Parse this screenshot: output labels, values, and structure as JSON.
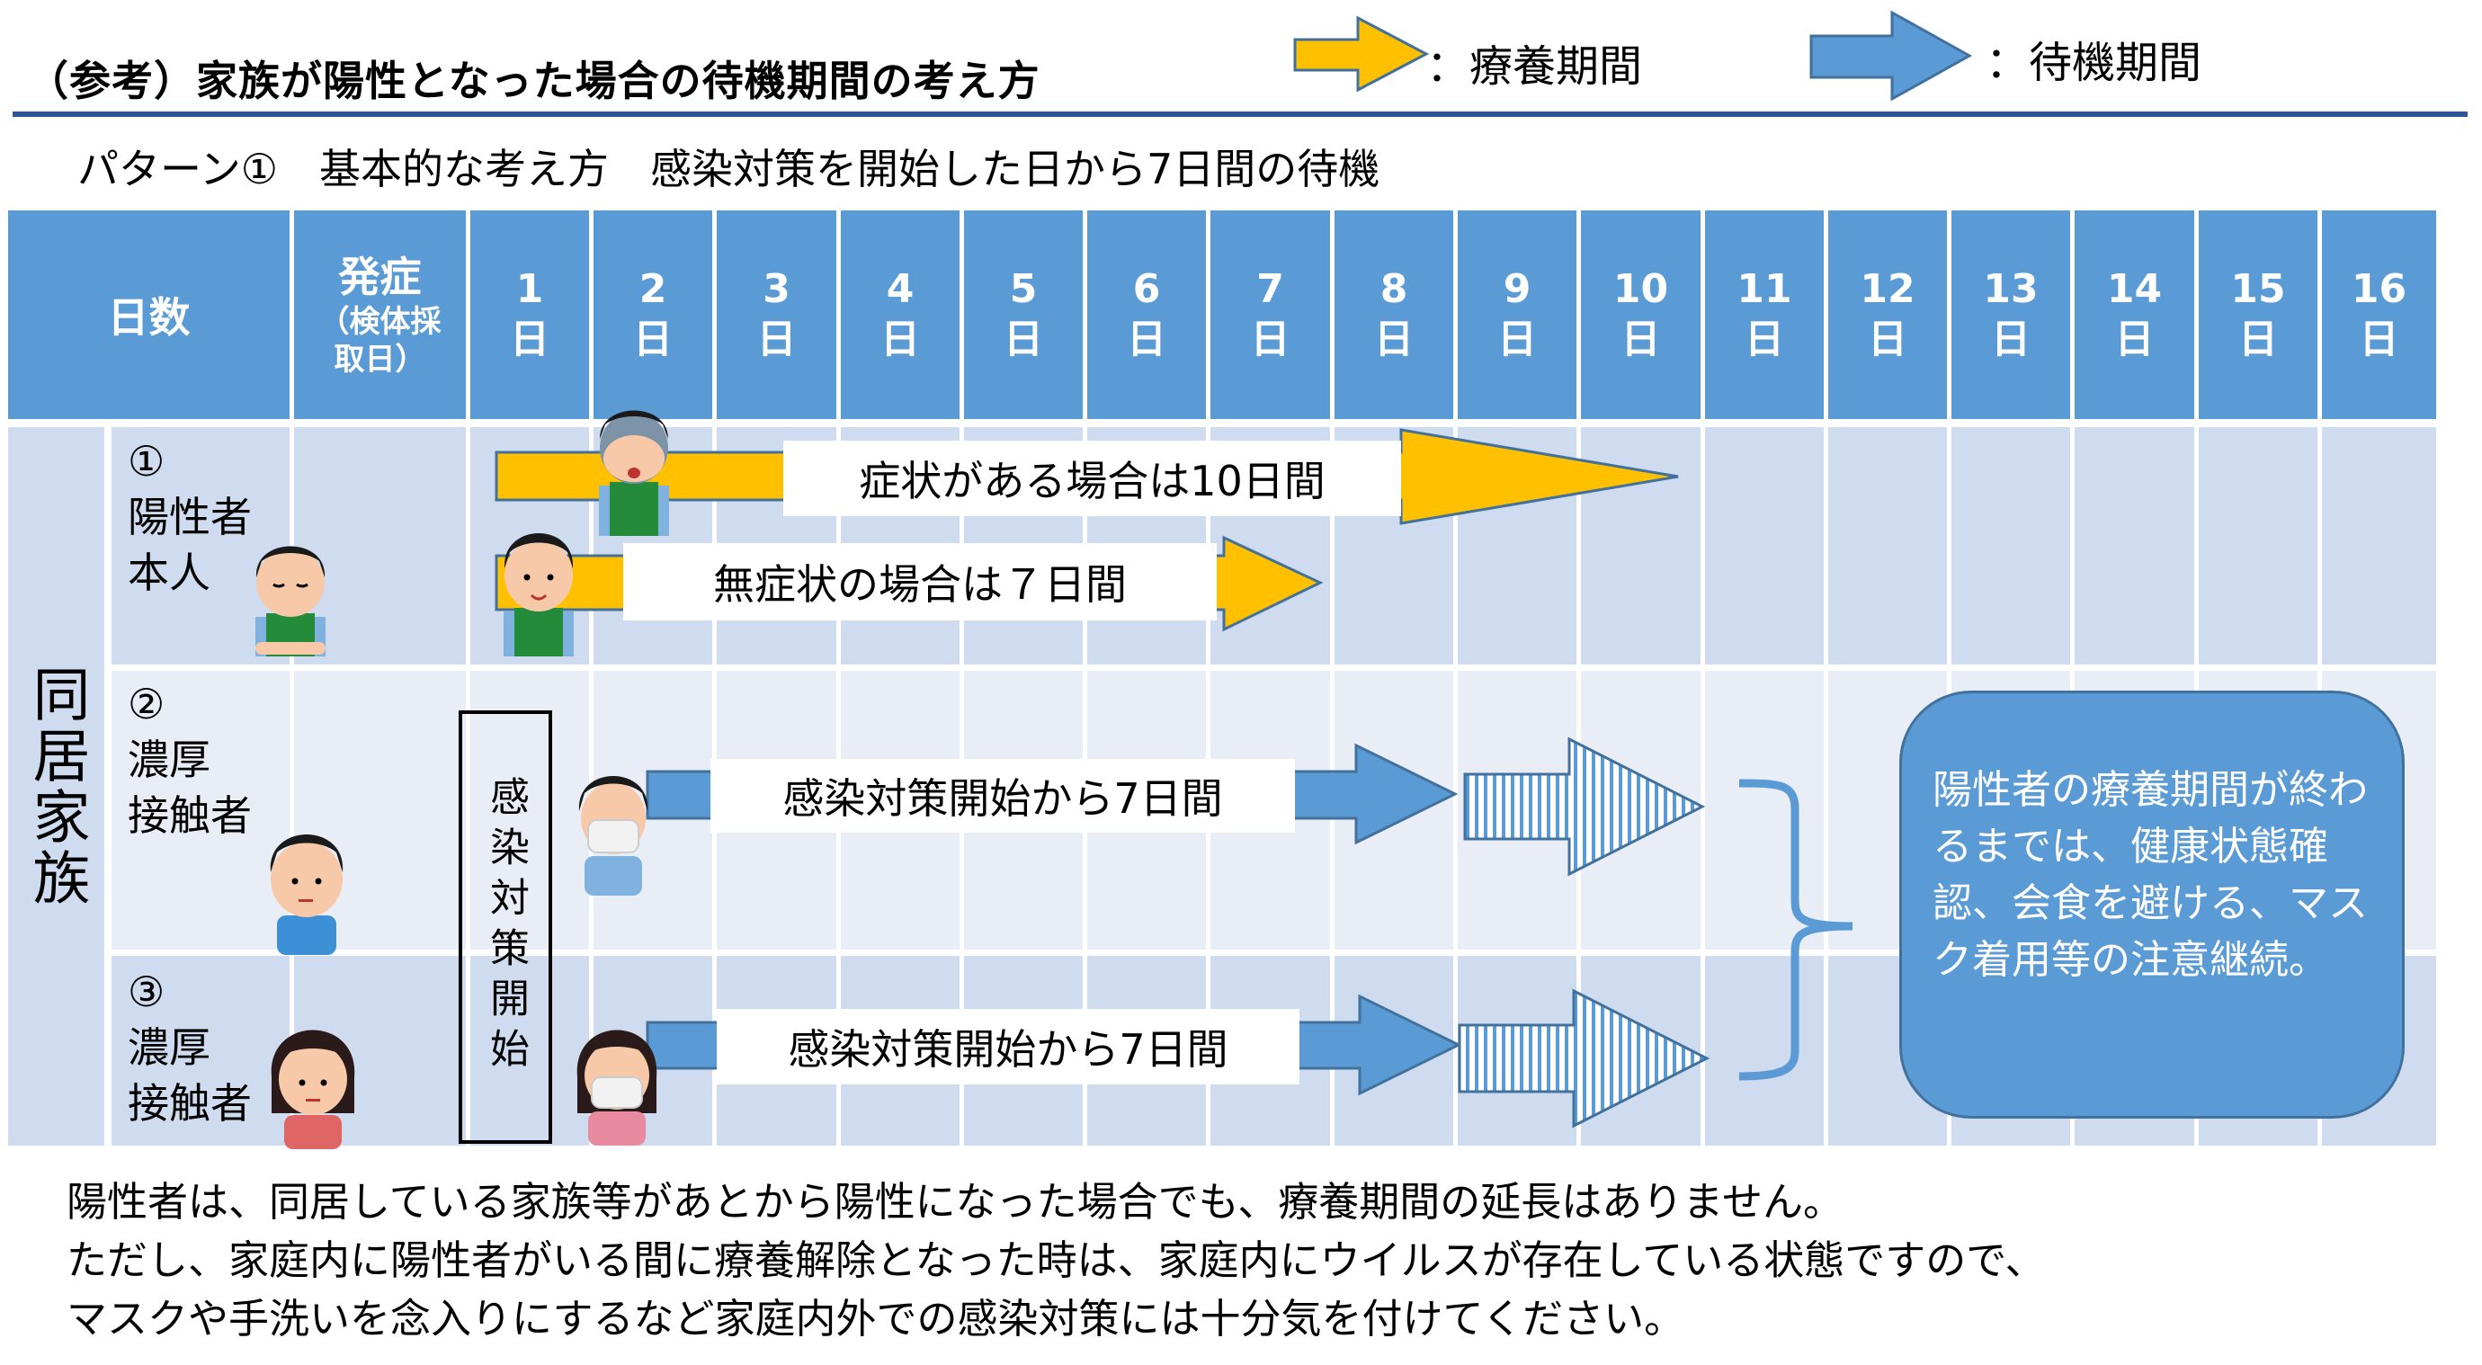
{
  "header": {
    "title": "（参考）家族が陽性となった場合の待機期間の考え方",
    "pattern": "パターン①　基本的な考え方　感染対策を開始した日から7日間の待機"
  },
  "legend": {
    "items": [
      {
        "icon": "yellow-arrow-icon",
        "label": "：療養期間",
        "color": "#ffc000"
      },
      {
        "icon": "blue-arrow-icon",
        "label": "：待機期間",
        "color": "#5b9bd5"
      }
    ]
  },
  "table": {
    "corner_label": "日数",
    "onset_label_main": "発症",
    "onset_label_sub1": "（検体採",
    "onset_label_sub2": "取日）",
    "days": [
      {
        "num": "1",
        "unit": "日"
      },
      {
        "num": "2",
        "unit": "日"
      },
      {
        "num": "3",
        "unit": "日"
      },
      {
        "num": "4",
        "unit": "日"
      },
      {
        "num": "5",
        "unit": "日"
      },
      {
        "num": "6",
        "unit": "日"
      },
      {
        "num": "7",
        "unit": "日"
      },
      {
        "num": "8",
        "unit": "日"
      },
      {
        "num": "9",
        "unit": "日"
      },
      {
        "num": "10",
        "unit": "日"
      },
      {
        "num": "11",
        "unit": "日"
      },
      {
        "num": "12",
        "unit": "日"
      },
      {
        "num": "13",
        "unit": "日"
      },
      {
        "num": "14",
        "unit": "日"
      },
      {
        "num": "15",
        "unit": "日"
      },
      {
        "num": "16",
        "unit": "日"
      }
    ],
    "group_label": "同居家族",
    "rows": [
      {
        "number": "①",
        "label_line1": "陽性者",
        "label_line2": "本人"
      },
      {
        "number": "②",
        "label_line1": "濃厚",
        "label_line2": "接触者"
      },
      {
        "number": "③",
        "label_line1": "濃厚",
        "label_line2": "接触者"
      }
    ],
    "colors": {
      "header": "#5b9bd5",
      "row_dark": "#cfdbee",
      "row_light": "#e9edf6"
    }
  },
  "bars": {
    "symptomatic": {
      "label": "症状がある場合は10日間",
      "days": 10,
      "type": "療養期間"
    },
    "asymptomatic": {
      "label": "無症状の場合は７日間",
      "days": 7,
      "type": "療養期間"
    },
    "contact2": {
      "label": "感染対策開始から7日間",
      "days": 7,
      "type": "待機期間"
    },
    "contact3": {
      "label": "感染対策開始から7日間",
      "days": 7,
      "type": "待機期間"
    }
  },
  "measure_start": "感染対策開始",
  "note": "陽性者の療養期間が終わるまでは、健康状態確認、会食を避ける、マスク着用等の注意継続。",
  "footer": {
    "lines": [
      "陽性者は、同居している家族等があとから陽性になった場合でも、療養期間の延長はありません。",
      "ただし、家庭内に陽性者がいる間に療養解除となった時は、家庭内にウイルスが存在している状態ですので、",
      "マスクや手洗いを念入りにするなど家庭内外での感染対策には十分気を付けてください。"
    ]
  }
}
